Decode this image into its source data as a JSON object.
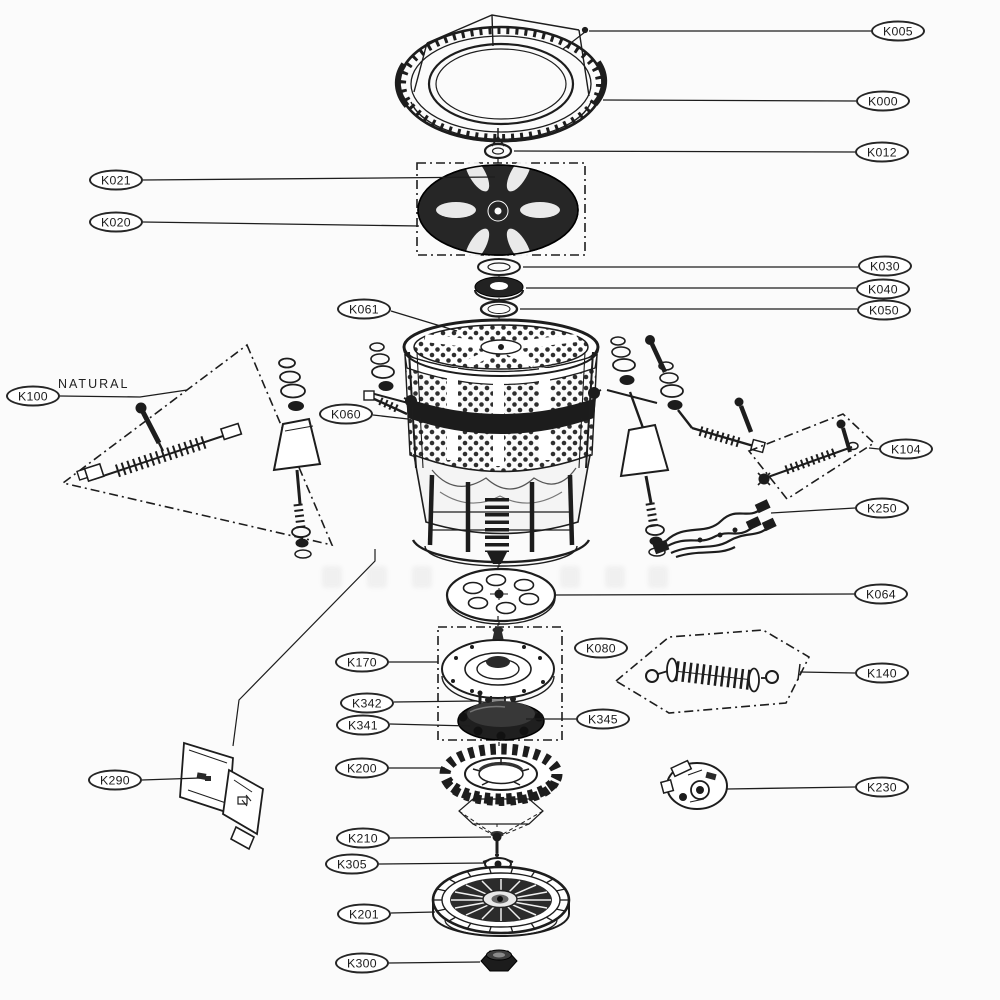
{
  "annotations": {
    "natural": "NATURAL"
  },
  "labels": [
    {
      "code": "K005"
    },
    {
      "code": "K000"
    },
    {
      "code": "K012"
    },
    {
      "code": "K021"
    },
    {
      "code": "K020"
    },
    {
      "code": "K030"
    },
    {
      "code": "K040"
    },
    {
      "code": "K050"
    },
    {
      "code": "K061"
    },
    {
      "code": "K060"
    },
    {
      "code": "K100"
    },
    {
      "code": "K104"
    },
    {
      "code": "K250"
    },
    {
      "code": "K064"
    },
    {
      "code": "K080"
    },
    {
      "code": "K140"
    },
    {
      "code": "K170"
    },
    {
      "code": "K342"
    },
    {
      "code": "K341"
    },
    {
      "code": "K345"
    },
    {
      "code": "K200"
    },
    {
      "code": "K290"
    },
    {
      "code": "K230"
    },
    {
      "code": "K210"
    },
    {
      "code": "K305"
    },
    {
      "code": "K201"
    },
    {
      "code": "K300"
    }
  ],
  "colors": {
    "line": "#1d1d1d",
    "dark_fill": "#222222",
    "background": "#fbfbfb"
  }
}
